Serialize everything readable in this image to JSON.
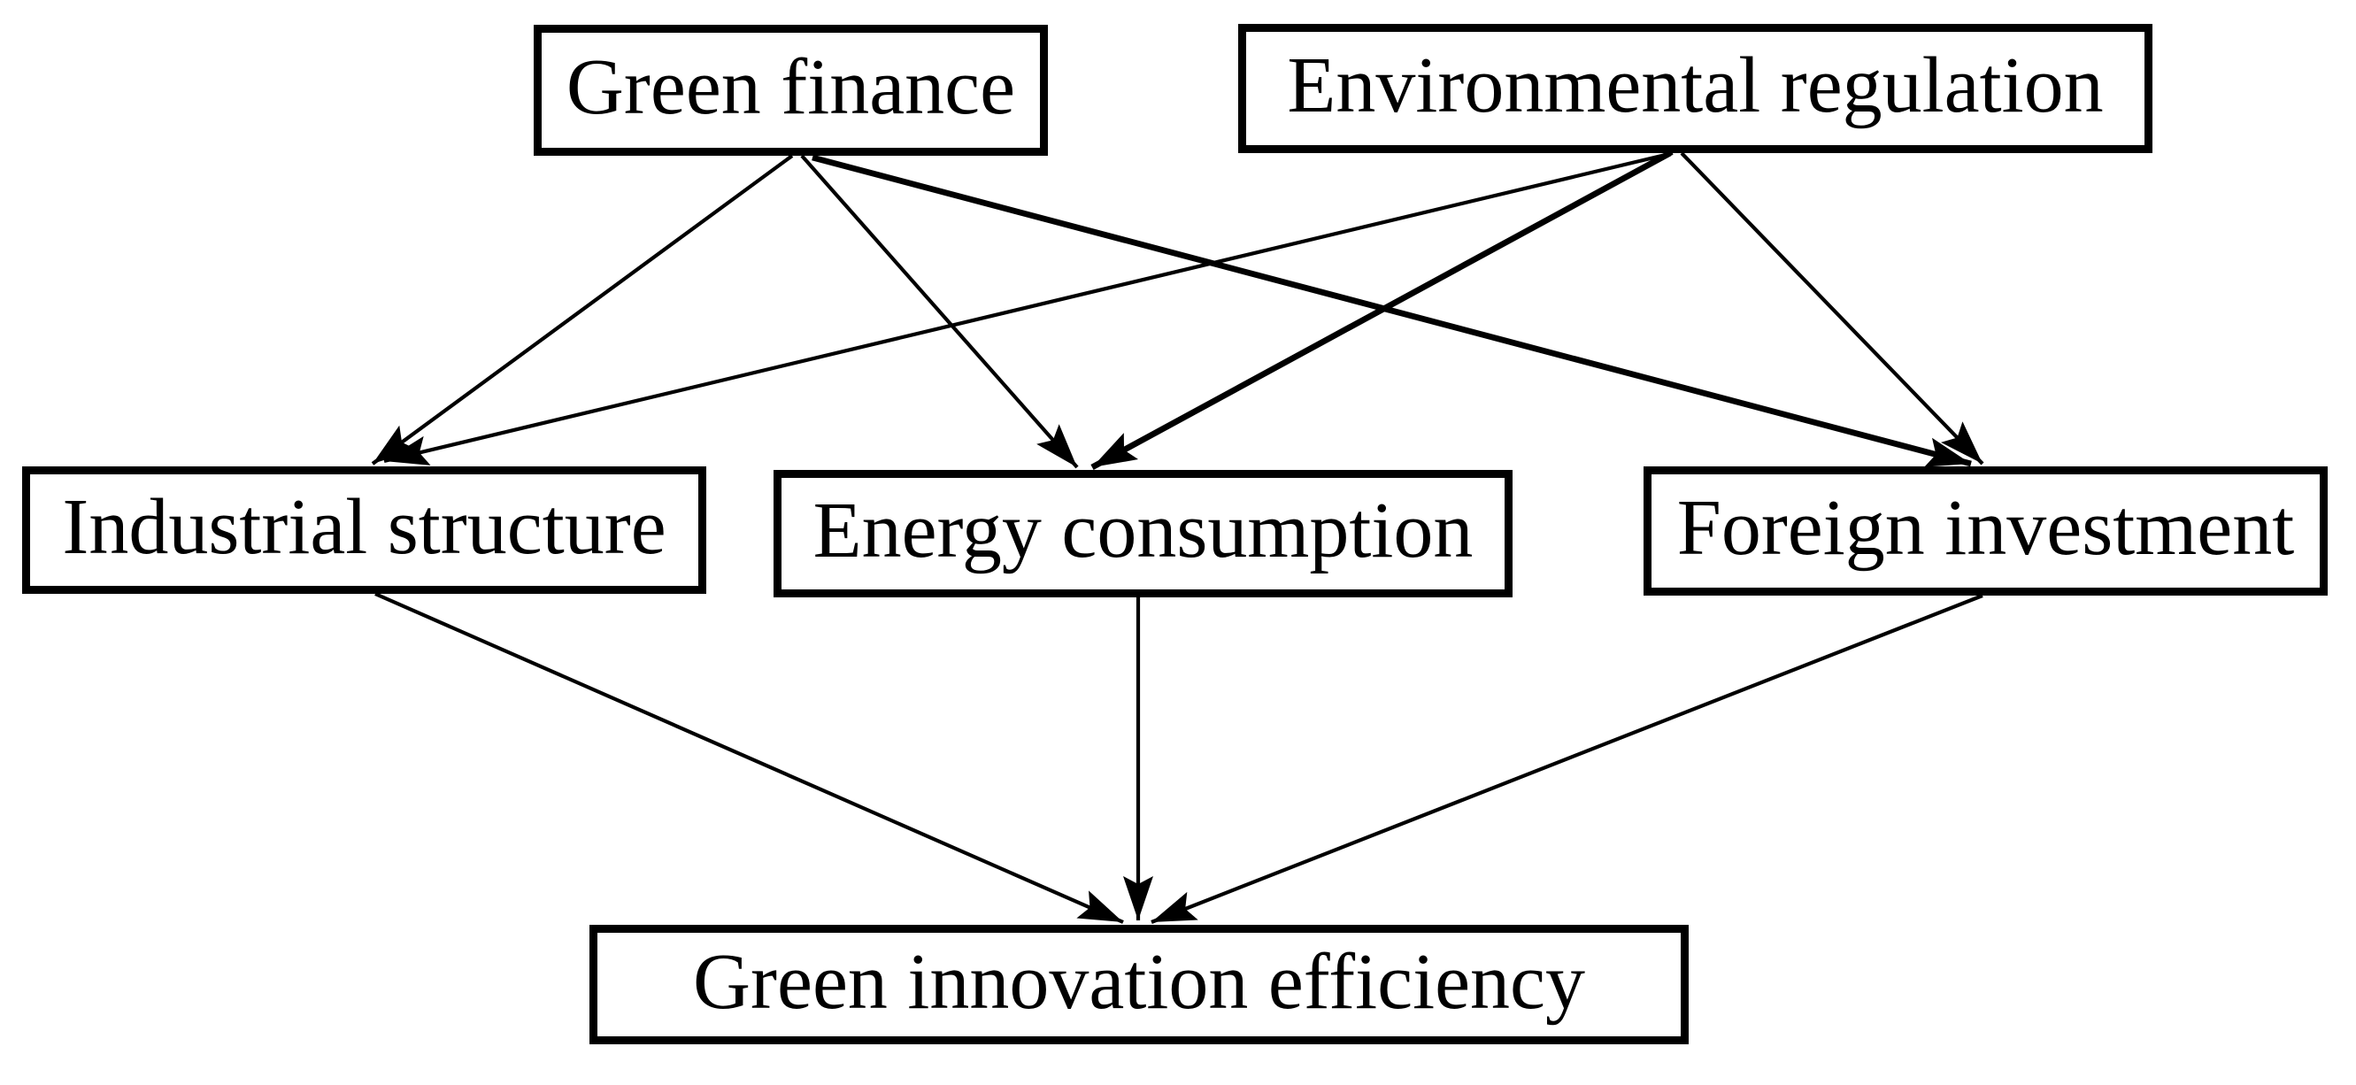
{
  "figure": {
    "background_color": "#ffffff",
    "ink_color": "#000000",
    "type": "path-diagram",
    "nodes": [
      {
        "id": "green-finance",
        "label": "Green finance",
        "row": "top"
      },
      {
        "id": "environmental-regulation",
        "label": "Environmental regulation",
        "row": "top"
      },
      {
        "id": "industrial-structure",
        "label": "Industrial structure",
        "row": "middle"
      },
      {
        "id": "energy-consumption",
        "label": "Energy consumption",
        "row": "middle"
      },
      {
        "id": "foreign-investment",
        "label": "Foreign investment",
        "row": "middle"
      },
      {
        "id": "green-innovation-efficiency",
        "label": "Green innovation efficiency",
        "row": "bottom"
      }
    ],
    "edges": [
      {
        "from": "green-finance",
        "to": "industrial-structure",
        "style": "thin"
      },
      {
        "from": "green-finance",
        "to": "energy-consumption",
        "style": "thin"
      },
      {
        "from": "green-finance",
        "to": "foreign-investment",
        "style": "bold"
      },
      {
        "from": "environmental-regulation",
        "to": "industrial-structure",
        "style": "thin"
      },
      {
        "from": "environmental-regulation",
        "to": "energy-consumption",
        "style": "bold"
      },
      {
        "from": "environmental-regulation",
        "to": "foreign-investment",
        "style": "thin"
      },
      {
        "from": "industrial-structure",
        "to": "green-innovation-efficiency",
        "style": "thin"
      },
      {
        "from": "energy-consumption",
        "to": "green-innovation-efficiency",
        "style": "thin"
      },
      {
        "from": "foreign-investment",
        "to": "green-innovation-efficiency",
        "style": "thin"
      }
    ]
  }
}
